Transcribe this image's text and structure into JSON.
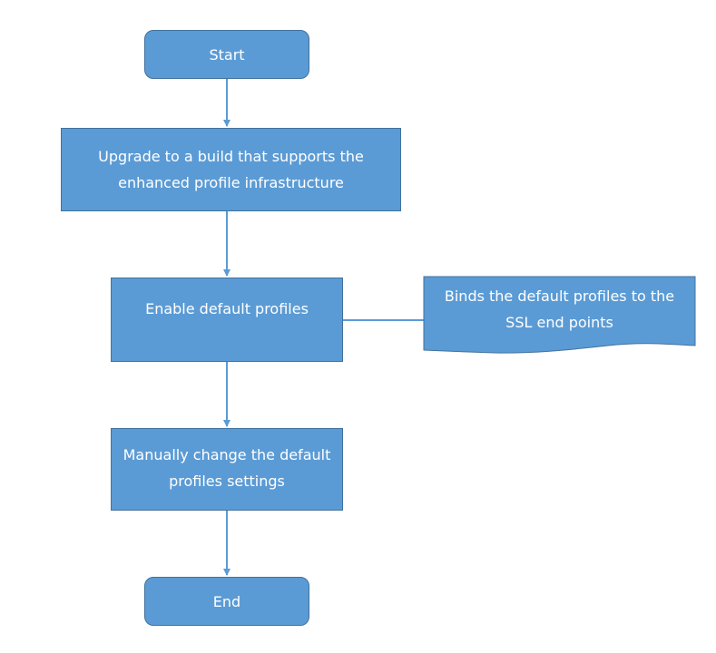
{
  "nodes": {
    "start": "Start",
    "upgrade": "Upgrade to a build that supports the enhanced profile infrastructure",
    "enable": "Enable default profiles",
    "manual": "Manually change the default profiles settings",
    "end": "End",
    "note": "Binds the default profiles to the SSL end points"
  },
  "colors": {
    "fill": "#5b9bd5",
    "border": "#41719c",
    "connector": "#5b9bd5",
    "text": "#ffffff"
  }
}
